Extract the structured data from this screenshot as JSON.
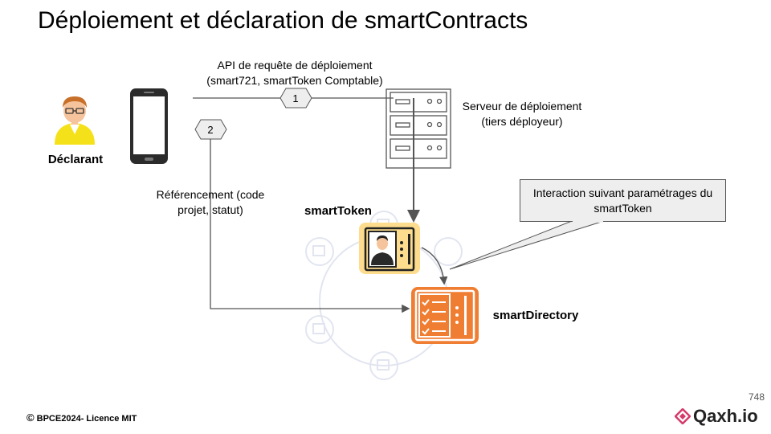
{
  "slide": {
    "title": "Déploiement et déclaration de smartContracts",
    "page_number": "748"
  },
  "actors": {
    "declarant_label": "Déclarant"
  },
  "flows": {
    "api_label_line1": "API de requête de déploiement",
    "api_label_line2": "(smart721, smartToken Comptable)",
    "step1": "1",
    "step2": "2",
    "ref_label_line1": "Référencement (code",
    "ref_label_line2": "projet, statut)"
  },
  "server": {
    "label_line1": "Serveur de déploiement",
    "label_line2": "(tiers déployeur)"
  },
  "contracts": {
    "smarttoken_label": "smartToken",
    "smartdirectory_label": "smartDirectory"
  },
  "callout": {
    "line1": "Interaction suivant paramétrages du",
    "line2": "smartToken"
  },
  "footer": {
    "license": "BPCE2024- Licence MIT",
    "brand": "Qaxh.io"
  },
  "colors": {
    "smarttoken_bg": "#fddc8d",
    "smartdirectory_bg": "#f07e32",
    "avatar_shirt": "#f5e11a",
    "avatar_hair": "#c8702a",
    "brand_icon": "#d63a6a",
    "line": "#555555"
  }
}
